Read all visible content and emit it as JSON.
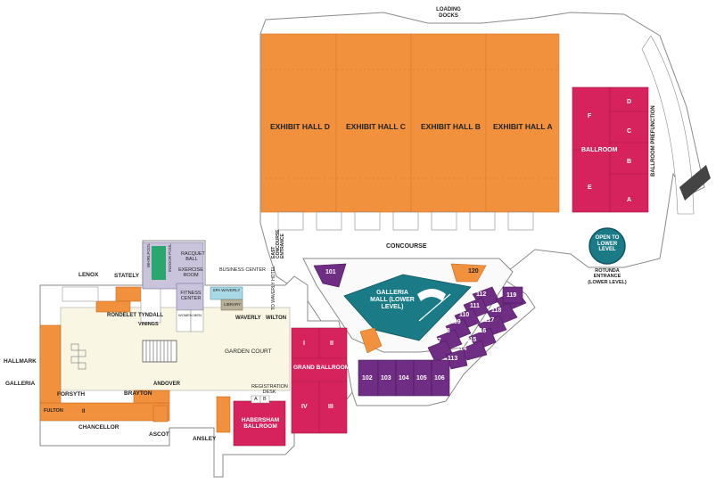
{
  "colors": {
    "exhibit": "#f2913d",
    "ballroom": "#d6235e",
    "meeting_purple": "#6f2d84",
    "galleria": "#1a7a86",
    "garden": "#f9f7e3",
    "corridor": "#ffffff",
    "outline": "#8a8a8a",
    "fitness": "#c9c3dc",
    "pool": "#2aa66e",
    "spa": "#a9d8e6",
    "library": "#b8b098"
  },
  "labels": {
    "loading_docks": "LOADING DOCKS",
    "exhibit_d": "EXHIBIT HALL D",
    "exhibit_c": "EXHIBIT HALL C",
    "exhibit_b": "EXHIBIT HALL B",
    "exhibit_a": "EXHIBIT HALL A",
    "ballroom": "BALLROOM",
    "ballroom_prefunction": "BALLROOM PREFUNCTION",
    "ballroom_sections": [
      "D",
      "C",
      "B",
      "A",
      "F",
      "E"
    ],
    "open_to_lower": "OPEN TO LOWER LEVEL",
    "rotunda_entrance": "ROTUNDA ENTRANCE (LOWER LEVEL)",
    "concourse": "CONCOURSE",
    "east_concourse_entrance": "EAST CONCOURSE ENTRANCE",
    "business_center": "BUSINESS CENTER",
    "to_waverly": "TO WAVERLY HOTEL",
    "galleria_mall": "GALLERIA MALL (LOWER LEVEL)",
    "rooms": [
      "101",
      "120",
      "119",
      "112",
      "111",
      "118",
      "110",
      "117",
      "109",
      "116",
      "108",
      "115",
      "107",
      "114",
      "113",
      "102",
      "103",
      "104",
      "105",
      "106"
    ],
    "grand_ballroom": "GRAND BALLROOM",
    "grand_sections": [
      "I",
      "II",
      "IV",
      "III"
    ],
    "habersham": "HABERSHAM BALLROOM",
    "registration_desk": "REGISTRATION DESK",
    "reg_ab": [
      "A",
      "B"
    ],
    "garden_court": "GARDEN COURT",
    "whirlpool": "WHIRLPOOL",
    "indoor_pool": "INDOOR POOL",
    "racquet_ball": "RACQUET BALL",
    "exercise_room": "EXERCISE ROOM",
    "fitness_center": "FITNESS CENTER",
    "spa": "SPA WAVERLY",
    "library": "LIBRARY",
    "women": "WOMEN",
    "men": "MEN",
    "waverly": "WAVERLY",
    "wilton": "WILTON",
    "lenox": "LENOX",
    "stately": "STATELY",
    "rondelet": "RONDELET",
    "tyndall": "TYNDALL",
    "vinings": "VININGS",
    "hallmark": "HALLMARK",
    "galleria": "GALLERIA",
    "forsyth": "FORSYTH",
    "brayton": "BRAYTON",
    "andover": "ANDOVER",
    "fulton": "FULTON",
    "fulton_section": "II",
    "chancellor": "CHANCELLOR",
    "ascot": "ASCOT",
    "ansley": "ANSLEY"
  }
}
